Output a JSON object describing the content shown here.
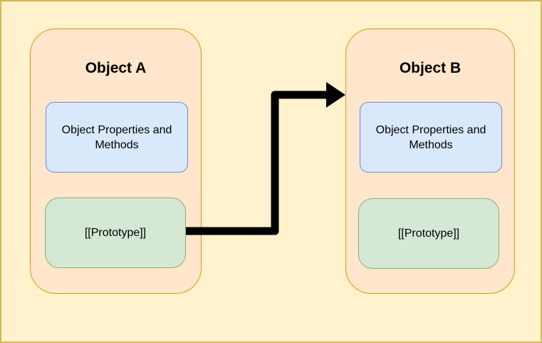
{
  "diagram": {
    "background_color": "#FFF2CC",
    "frame_border_color": "#D6B656",
    "container_fill": "#FFE6CC",
    "container_border": "#D79B00",
    "props_box_fill": "#DAE8FC",
    "props_box_border": "#6C8EBF",
    "proto_box_fill": "#D5E8D4",
    "proto_box_border": "#82B366",
    "objects": [
      {
        "title": "Object A",
        "properties_label": "Object Properties and Methods",
        "prototype_label": "[[Prototype]]"
      },
      {
        "title": "Object B",
        "properties_label": "Object Properties and Methods",
        "prototype_label": "[[Prototype]]"
      }
    ],
    "arrow": {
      "color": "#000000",
      "description": "arrow from Object A [[Prototype]] box to Object B"
    }
  }
}
